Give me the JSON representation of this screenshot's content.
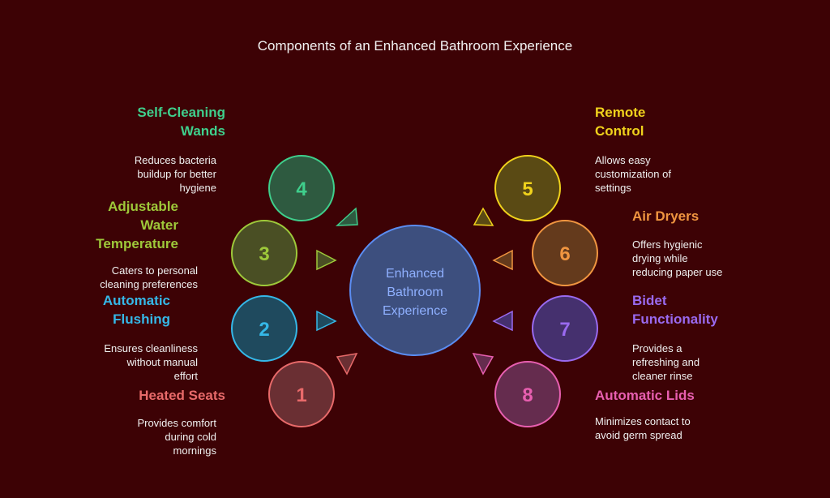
{
  "title": "Components of an Enhanced Bathroom Experience",
  "center": {
    "line1": "Enhanced",
    "line2": "Bathroom",
    "line3": "Experience",
    "color": "#5b8df2"
  },
  "items": [
    {
      "num": "1",
      "head1": "Heated Seats",
      "head2": "",
      "head3": "",
      "d1": "Provides comfort",
      "d2": "during cold",
      "d3": "mornings",
      "color": "#e86a6a"
    },
    {
      "num": "2",
      "head1": "Automatic",
      "head2": "Flushing",
      "head3": "",
      "d1": "Ensures cleanliness",
      "d2": "without manual",
      "d3": "effort",
      "color": "#35b8e8"
    },
    {
      "num": "3",
      "head1": "Adjustable",
      "head2": "Water",
      "head3": "Temperature",
      "d1": "Caters to personal",
      "d2": "cleaning preferences",
      "d3": "",
      "color": "#9ec93a"
    },
    {
      "num": "4",
      "head1": "Self-Cleaning",
      "head2": "Wands",
      "head3": "",
      "d1": "Reduces bacteria",
      "d2": "buildup for better",
      "d3": "hygiene",
      "color": "#3fcf8c"
    },
    {
      "num": "5",
      "head1": "Remote",
      "head2": "Control",
      "head3": "",
      "d1": "Allows easy",
      "d2": "customization of",
      "d3": "settings",
      "color": "#f0d21c"
    },
    {
      "num": "6",
      "head1": "Air Dryers",
      "head2": "",
      "head3": "",
      "d1": "Offers hygienic",
      "d2": "drying while",
      "d3": "reducing paper use",
      "color": "#f09540"
    },
    {
      "num": "7",
      "head1": "Bidet",
      "head2": "Functionality",
      "head3": "",
      "d1": "Provides a",
      "d2": "refreshing and",
      "d3": "cleaner rinse",
      "color": "#9a6af0"
    },
    {
      "num": "8",
      "head1": "Automatic Lids",
      "head2": "",
      "head3": "",
      "d1": "Minimizes contact to",
      "d2": "avoid germ spread",
      "d3": "",
      "color": "#e85fb0"
    }
  ]
}
